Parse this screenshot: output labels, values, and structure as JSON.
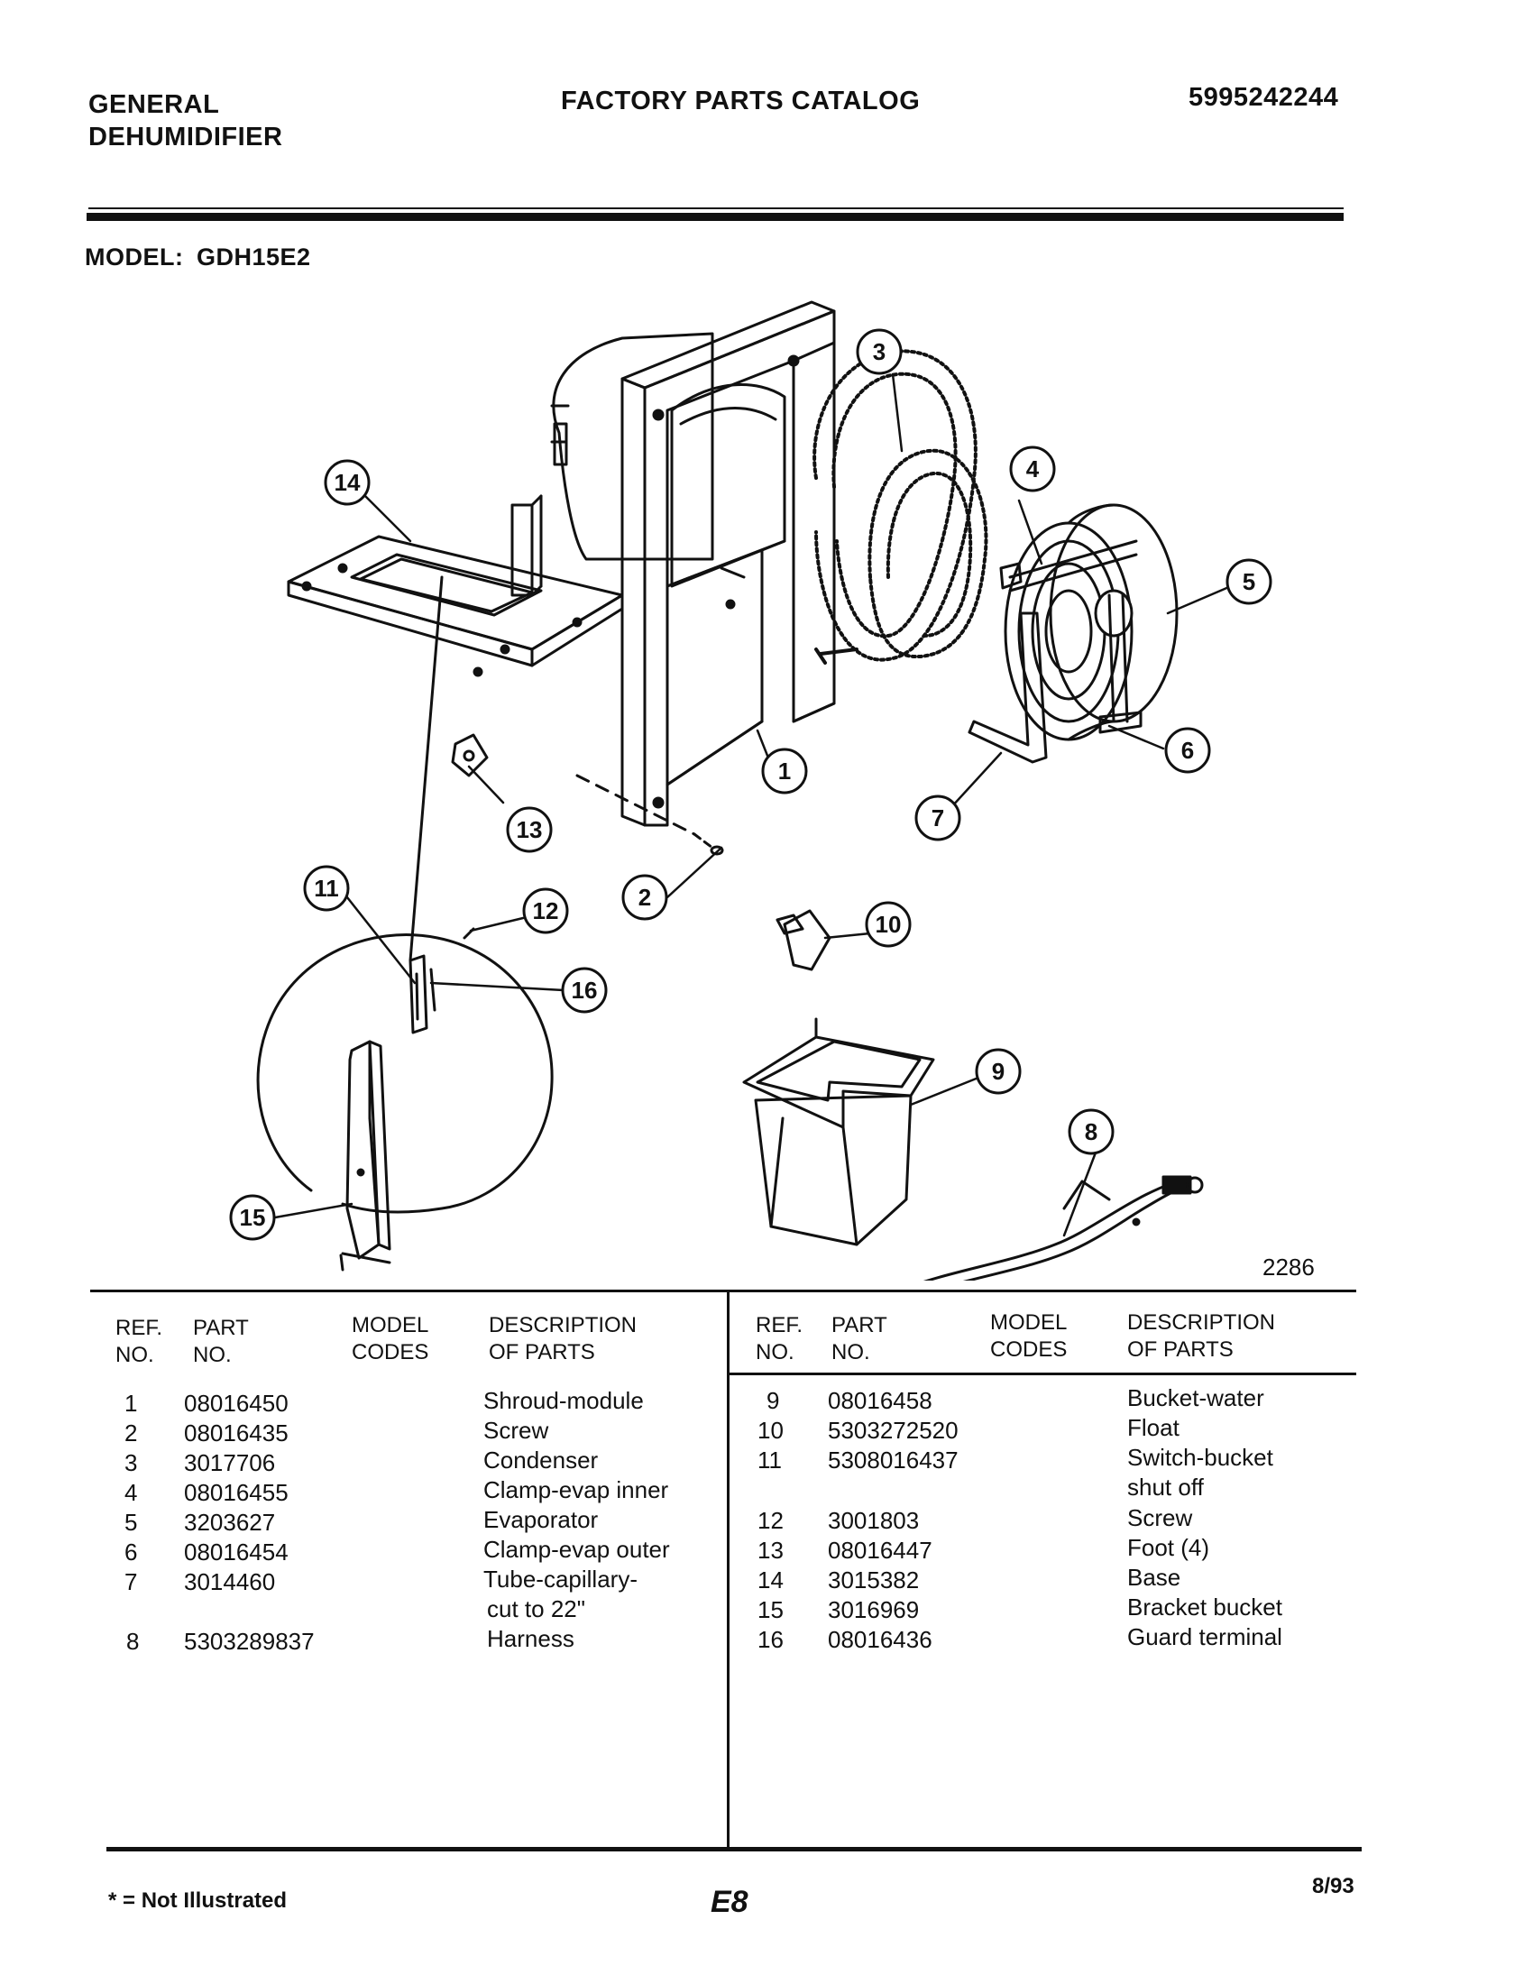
{
  "header": {
    "left_line1": "GENERAL",
    "left_line2": "DEHUMIDIFIER",
    "center": "FACTORY PARTS CATALOG",
    "right": "5995242244"
  },
  "model": {
    "label": "MODEL:",
    "value": "GDH15E2"
  },
  "diagram": {
    "figure_number": "2286",
    "callouts": [
      "1",
      "2",
      "3",
      "4",
      "5",
      "6",
      "7",
      "8",
      "9",
      "10",
      "11",
      "12",
      "13",
      "14",
      "15",
      "16"
    ]
  },
  "table": {
    "headers": {
      "ref": [
        "REF.",
        "NO."
      ],
      "part": [
        "PART",
        "NO."
      ],
      "model": [
        "MODEL",
        "CODES"
      ],
      "desc": [
        "DESCRIPTION",
        "OF PARTS"
      ]
    },
    "left_rows": [
      {
        "ref": "1",
        "part": "08016450",
        "desc": "Shroud-module"
      },
      {
        "ref": "2",
        "part": "08016435",
        "desc": "Screw"
      },
      {
        "ref": "3",
        "part": "3017706",
        "desc": "Condenser"
      },
      {
        "ref": "4",
        "part": "08016455",
        "desc": "Clamp-evap inner"
      },
      {
        "ref": "5",
        "part": "3203627",
        "desc": "Evaporator"
      },
      {
        "ref": "6",
        "part": "08016454",
        "desc": "Clamp-evap outer"
      },
      {
        "ref": "7",
        "part": "3014460",
        "desc": "Tube-capillary-",
        "desc2": "cut to 22\""
      },
      {
        "ref": "8",
        "part": "5303289837",
        "desc": "Harness"
      }
    ],
    "right_rows": [
      {
        "ref": "9",
        "part": "08016458",
        "desc": "Bucket-water"
      },
      {
        "ref": "10",
        "part": "5303272520",
        "desc": "Float"
      },
      {
        "ref": "11",
        "part": "5308016437",
        "desc": "Switch-bucket",
        "desc2": "shut off"
      },
      {
        "ref": "12",
        "part": "3001803",
        "desc": "Screw"
      },
      {
        "ref": "13",
        "part": "08016447",
        "desc": "Foot (4)"
      },
      {
        "ref": "14",
        "part": "3015382",
        "desc": "Base"
      },
      {
        "ref": "15",
        "part": "3016969",
        "desc": "Bracket bucket"
      },
      {
        "ref": "16",
        "part": "08016436",
        "desc": "Guard terminal"
      }
    ]
  },
  "footer": {
    "note": "* = Not Illustrated",
    "page": "E8",
    "date": "8/93"
  }
}
